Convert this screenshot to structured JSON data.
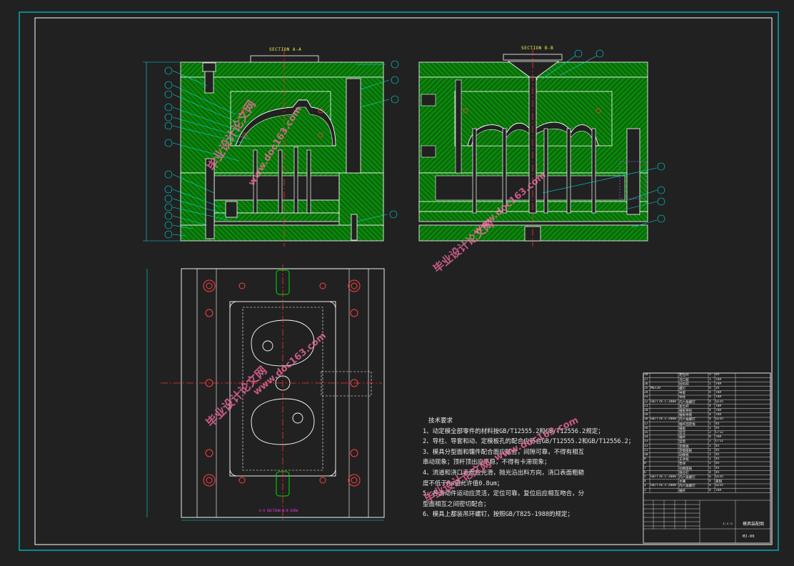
{
  "sections": {
    "a": "SECTION A-A",
    "b": "SECTION B-B"
  },
  "technical_notes": {
    "title": "技术要求",
    "items": [
      "1、动定模全部零件的材料按GB/T12555.2和GB/T12556.2规定；",
      "2、导柱、导套和动、定模板孔的配合应符合GB/T12555.2和GB/T12556.2；",
      "3、模具分型面和镶件配合面应贴合，间隙可靠，不得有相互串动现象；顶杆顶出应平稳，不得有卡滞现象；",
      "4、流道和浇口表面应光滑，抛光沿出料方向，浇口表面粗糙度不低于Ra值允许值0.8um；",
      "5、各滑动件运动应灵活，定位可靠，复位后应相互吻合，分型面相互之间密切配合；",
      "6、模具上都装吊环螺钉，按照GB/T825-1988的规定；"
    ]
  },
  "watermark": {
    "text1": "毕业设计论文网",
    "text2": "www.doc163.com"
  },
  "plan_label": "A-A SECTION B-B VIEW",
  "title_block": {
    "rows": [
      {
        "no": "28",
        "std": "",
        "name": "定位环",
        "qty": "1",
        "mat": "45"
      },
      {
        "no": "27",
        "std": "",
        "name": "浇口套",
        "qty": "1",
        "mat": "T8A"
      },
      {
        "no": "26",
        "std": "",
        "name": "拉料杆",
        "qty": "1",
        "mat": "T8A"
      },
      {
        "no": "25",
        "std": "M6×20",
        "name": "螺钉",
        "qty": "4",
        "mat": "35"
      },
      {
        "no": "24",
        "std": "",
        "name": "导套",
        "qty": "4",
        "mat": "T8A"
      },
      {
        "no": "23",
        "std": "",
        "name": "导柱",
        "qty": "4",
        "mat": "T8A"
      },
      {
        "no": "22",
        "std": "GB/T70.1-2000",
        "name": "内六角螺钉",
        "qty": "4",
        "mat": "Q235"
      },
      {
        "no": "21",
        "std": "",
        "name": "复位杆",
        "qty": "4",
        "mat": "T8A"
      },
      {
        "no": "20",
        "std": "",
        "name": "推板导柱",
        "qty": "4",
        "mat": "T8A"
      },
      {
        "no": "19",
        "std": "",
        "name": "推板导套",
        "qty": "4",
        "mat": "T8A"
      },
      {
        "no": "18",
        "std": "GB/T70.1-2000",
        "name": "内六角螺钉",
        "qty": "4",
        "mat": "Q235"
      },
      {
        "no": "17",
        "std": "",
        "name": "推杆固定板",
        "qty": "1",
        "mat": "45"
      },
      {
        "no": "16",
        "std": "",
        "name": "推板",
        "qty": "1",
        "mat": "45"
      },
      {
        "no": "15",
        "std": "",
        "name": "型芯",
        "qty": "2",
        "mat": "Cr12"
      },
      {
        "no": "14",
        "std": "",
        "name": "推杆",
        "qty": "8",
        "mat": "T8A"
      },
      {
        "no": "13",
        "std": "",
        "name": "型腔",
        "qty": "2",
        "mat": "Cr12"
      },
      {
        "no": "12",
        "std": "",
        "name": "定模板",
        "qty": "1",
        "mat": "45"
      },
      {
        "no": "11",
        "std": "",
        "name": "定模座板",
        "qty": "1",
        "mat": "45"
      },
      {
        "no": "10",
        "std": "",
        "name": "动模板",
        "qty": "1",
        "mat": "45"
      },
      {
        "no": "9",
        "std": "",
        "name": "支承板",
        "qty": "1",
        "mat": "45"
      },
      {
        "no": "8",
        "std": "",
        "name": "垫块",
        "qty": "2",
        "mat": "45"
      },
      {
        "no": "7",
        "std": "",
        "name": "动模座板",
        "qty": "1",
        "mat": "45"
      },
      {
        "no": "6",
        "std": "",
        "name": "限位钉",
        "qty": "4",
        "mat": "45"
      },
      {
        "no": "5",
        "std": "GB/T70.1-2000",
        "name": "内六角螺钉",
        "qty": "6",
        "mat": "Q235"
      },
      {
        "no": "4",
        "std": "",
        "name": "水嘴",
        "qty": "4",
        "mat": "黄铜"
      },
      {
        "no": "3",
        "std": "GB/T70.1-2000",
        "name": "内六角螺钉",
        "qty": "4",
        "mat": "Q235"
      },
      {
        "no": "2",
        "std": "",
        "name": "推杆",
        "qty": "4",
        "mat": "T8A"
      }
    ],
    "drawing_title": "模具装配图",
    "drawing_no": "MJ-00",
    "scale": "1:1.5"
  },
  "colors": {
    "background": "#212121",
    "frame": "#00c8d8",
    "outline": "#ffffff",
    "hatch": "#00b400",
    "dimension": "#00e0e0",
    "center_line": "#ff3030",
    "hidden_line": "#f5f5f5",
    "bolt": "#ff4040",
    "label_text": "#f4f451",
    "watermark": "#ff6fa8"
  }
}
